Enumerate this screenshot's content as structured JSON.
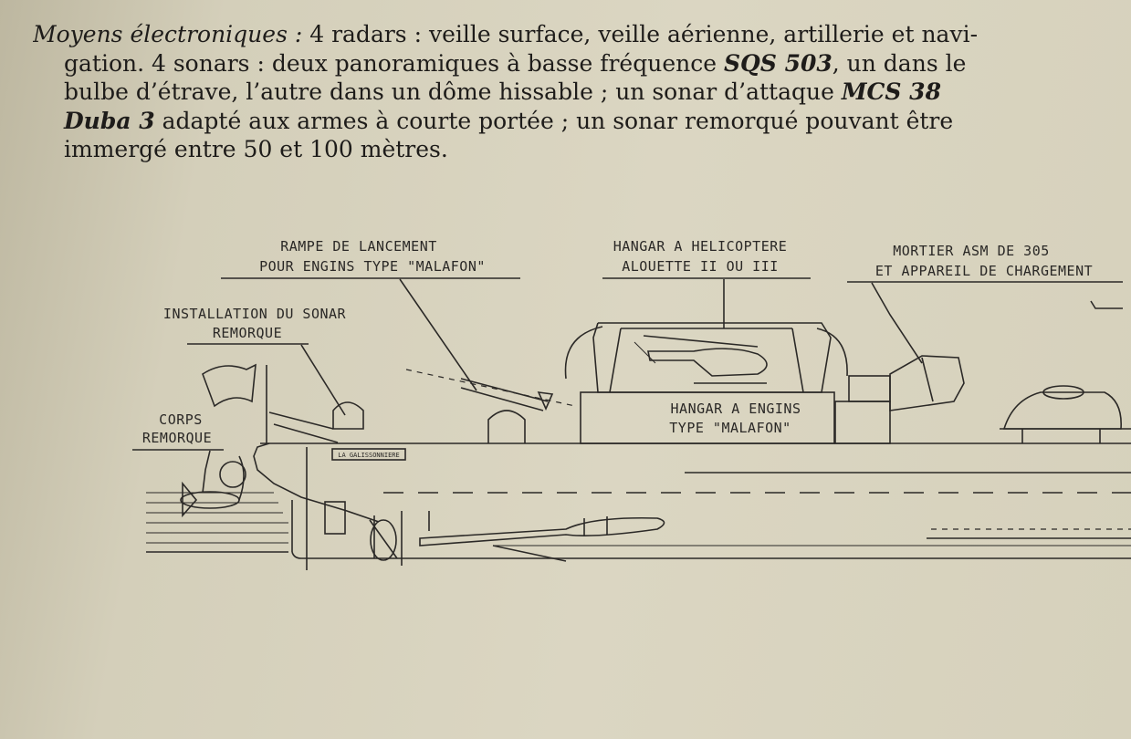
{
  "text": {
    "l1_label": "Moyens électroniques :",
    "l1_rest": " 4 radars : veille surface, veille aérienne, artillerie et navi-",
    "l2_a": "gation. 4 sonars : deux panoramiques à basse fréquence ",
    "l2_b": "SQS 503",
    "l2_c": ", un dans le",
    "l3_a": "bulbe d’étrave, l’autre dans un dôme hissable ; un sonar d’attaque ",
    "l3_b": "MCS 38",
    "l4_a": "Duba 3",
    "l4_b": " adapté aux armes à courte portée ; un sonar remorqué pouvant être",
    "l5": "immergé entre 50 et 100 mètres."
  },
  "labels": {
    "rampe_1": "RAMPE DE LANCEMENT",
    "rampe_2": "POUR ENGINS TYPE \"MALAFON\"",
    "hangar_heli_1": "HANGAR A HELICOPTERE",
    "hangar_heli_2": "ALOUETTE II OU III",
    "mortier_1": "MORTIER ASM DE 305",
    "mortier_2": "ET APPAREIL DE CHARGEMENT",
    "sonar_1": "INSTALLATION DU SONAR",
    "sonar_2": "REMORQUE",
    "corps_1": "CORPS",
    "corps_2": "REMORQUE",
    "hangar_engins_1": "HANGAR A ENGINS",
    "hangar_engins_2": "TYPE \"MALAFON\"",
    "nameplate": "LA GALISSONNIERE"
  },
  "colors": {
    "paper": "#d4cfba",
    "ink": "#2b2927"
  }
}
